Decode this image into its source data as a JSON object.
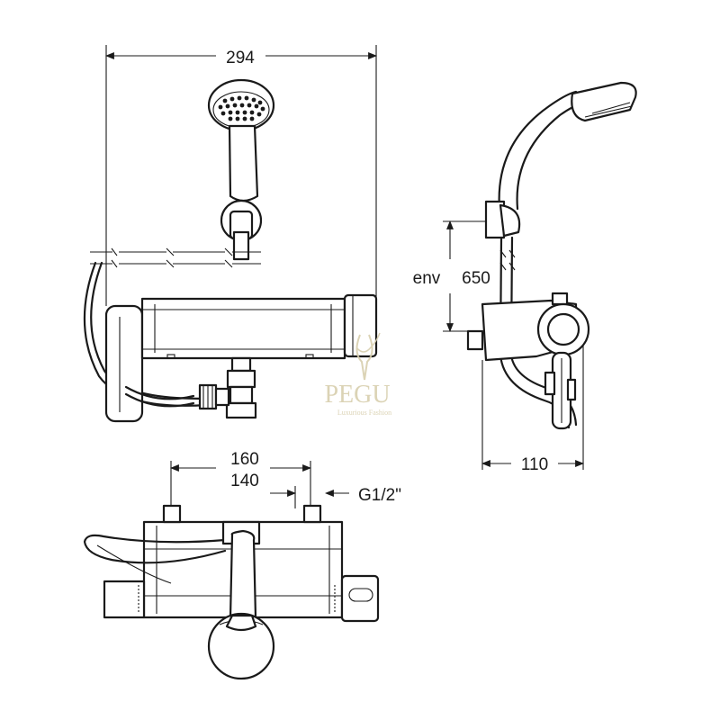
{
  "dimensions": {
    "overall_width": "294",
    "hose_label": "env",
    "hose_length": "650",
    "depth": "110",
    "centers_max": "160",
    "centers_min": "140",
    "thread": "G1/2\""
  },
  "watermark": {
    "brand": "PEGU",
    "tagline": "Luxurious Fashion"
  },
  "colors": {
    "line": "#1a1a1a",
    "watermark": "#d8cfae"
  }
}
